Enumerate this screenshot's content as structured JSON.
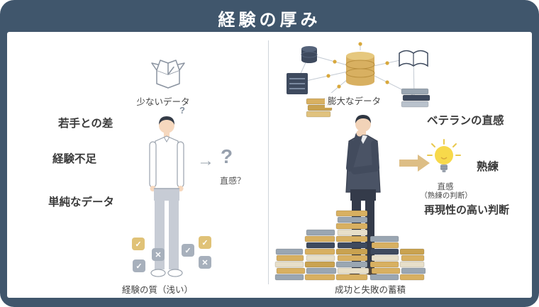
{
  "title": "経験の厚み",
  "colors": {
    "frame": "#40566c",
    "gold": "#d8b061",
    "gray": "#9aa6b2",
    "navy": "#3e4a5e",
    "bulb_yellow": "#f7d94b",
    "arrow_gold": "#ddbe85"
  },
  "left": {
    "box_label": "少ないデータ",
    "small_question": "?",
    "labels": [
      "若手との差",
      "経験不足",
      "単純なデータ"
    ],
    "big_question": "?",
    "intuition": "直感？",
    "caption": "経験の質（浅い）"
  },
  "right": {
    "data_label": "膨大なデータ",
    "veteran": "ベテランの直感",
    "mastery": "熟練",
    "intuition": "直感",
    "intuition_note": "（熟練の判断）",
    "judgment": "再現性の高い判断",
    "caption": "成功と失敗の蓄積"
  },
  "icons": {
    "check": "✓",
    "cross": "✕",
    "arrow_right": "→"
  }
}
